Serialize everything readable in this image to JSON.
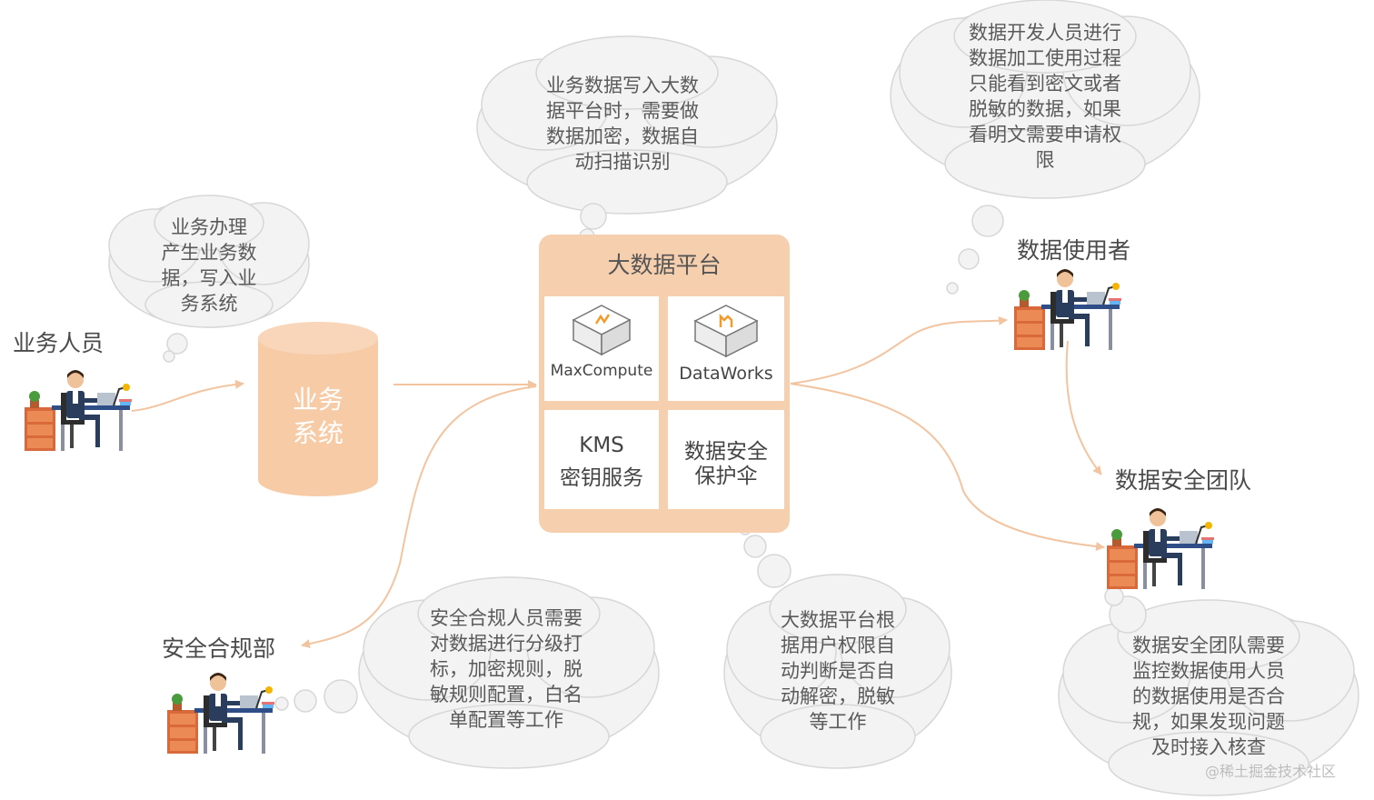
{
  "title": "大数据平台",
  "platform": {
    "title": "大数据平台",
    "tiles": {
      "maxcompute": "MaxCompute",
      "dataworks": "DataWorks",
      "kms_line1": "KMS",
      "kms_line2": "密钥服务",
      "umbrella_line1": "数据安全",
      "umbrella_line2": "保护伞"
    }
  },
  "business_system": {
    "line1": "业务",
    "line2": "系统"
  },
  "actors": {
    "business_staff": "业务人员",
    "data_user": "数据使用者",
    "security_team": "数据安全团队",
    "compliance": "安全合规部"
  },
  "clouds": {
    "business_flow": [
      "业务办理",
      "产生业务数",
      "据，写入业",
      "务系统"
    ],
    "write_platform": [
      "业务数据写入大数",
      "据平台时，需要做",
      "数据加密，数据自",
      "动扫描识别"
    ],
    "developer": [
      "数据开发人员进行",
      "数据加工使用过程",
      "只能看到密文或者",
      "脱敏的数据，如果",
      "看明文需要申请权",
      "限"
    ],
    "compliance": [
      "安全合规人员需要",
      "对数据进行分级打",
      "标，加密规则，脱",
      "敏规则配置，白名",
      "单配置等工作"
    ],
    "platform_auth": [
      "大数据平台根",
      "据用户权限自",
      "动判断是否自",
      "动解密，脱敏",
      "等工作"
    ],
    "security_monitor": [
      "数据安全团队需要",
      "监控数据使用人员",
      "的数据使用是否合",
      "规，如果发现问题",
      "及时接入核查"
    ]
  },
  "watermark": "@稀土掘金技术社区",
  "colors": {
    "accent": "#f6cfae",
    "cylinder": "#f7cba6",
    "cloud_fill": "#f3f3f3",
    "cloud_stroke": "#d7d7d7",
    "arrow": "#f2c4a0"
  }
}
